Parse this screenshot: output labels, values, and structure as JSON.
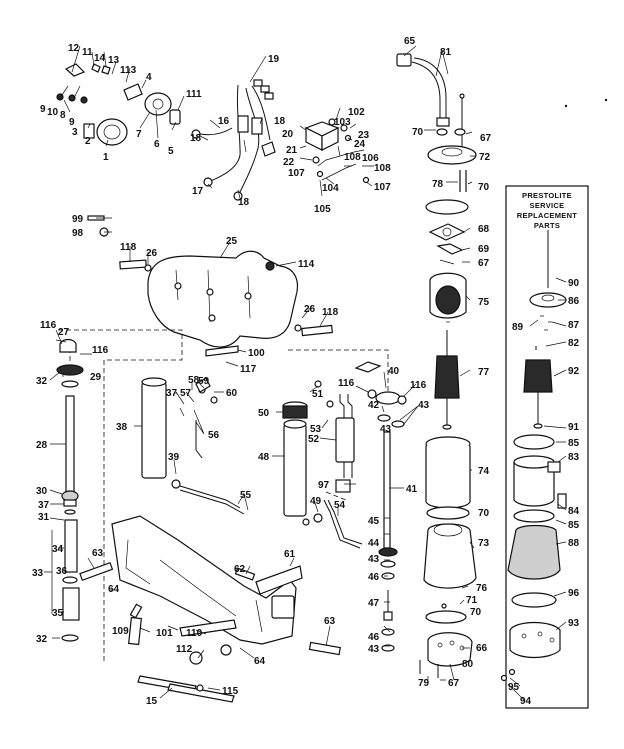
{
  "diagram": {
    "box_title_lines": [
      "PRESTOLITE",
      "SERVICE",
      "REPLACEMENT",
      "PARTS"
    ],
    "callouts": {
      "c1": "1",
      "c2": "2",
      "c3": "3",
      "c4": "4",
      "c5": "5",
      "c6": "6",
      "c7": "7",
      "c8": "8",
      "c9a": "9",
      "c9b": "9",
      "c10": "10",
      "c11": "11",
      "c12": "12",
      "c13": "13",
      "c14": "14",
      "c113": "113",
      "c111": "111",
      "c16": "16",
      "c17": "17",
      "c18a": "18",
      "c18b": "18",
      "c18c": "18",
      "c19": "19",
      "c20": "20",
      "c21": "21",
      "c22": "22",
      "c23": "23",
      "c24": "24",
      "c102": "102",
      "c103": "103",
      "c108a": "108",
      "c106": "106",
      "c108b": "108",
      "c107a": "107",
      "c104": "104",
      "c107b": "107",
      "c105": "105",
      "c65": "65",
      "c81": "81",
      "c70a": "70",
      "c67a": "67",
      "c72": "72",
      "c78": "78",
      "c70b": "70",
      "c68": "68",
      "c69": "69",
      "c67b": "67",
      "c75": "75",
      "c77": "77",
      "c74": "74",
      "c70c": "70",
      "c73": "73",
      "c76": "76",
      "c71": "71",
      "c70d": "70",
      "c66": "66",
      "c80": "80",
      "c79": "79",
      "c67c": "67",
      "c99": "99",
      "c98": "98",
      "c118a": "118",
      "c26a": "26",
      "c25": "25",
      "c114": "114",
      "c26b": "26",
      "c118b": "118",
      "c116a": "116",
      "c27": "27",
      "c116b": "116",
      "c32a": "32",
      "c29": "29",
      "c28": "28",
      "c30": "30",
      "c37a": "37",
      "c31": "31",
      "c34": "34",
      "c33": "33",
      "c36": "36",
      "c35": "35",
      "c32b": "32",
      "c100": "100",
      "c117": "117",
      "c37b": "37",
      "c58": "58",
      "c59": "59",
      "c57": "57",
      "c60": "60",
      "c38": "38",
      "c56": "56",
      "c39": "39",
      "c51": "51",
      "c50": "50",
      "c53": "53",
      "c52": "52",
      "c48": "48",
      "c97": "97",
      "c49": "49",
      "c54": "54",
      "c55": "55",
      "c116c": "116",
      "c40": "40",
      "c116d": "116",
      "c42": "42",
      "c43a": "43",
      "c43b": "43",
      "c41": "41",
      "c45": "45",
      "c44": "44",
      "c43c": "43",
      "c46a": "46",
      "c47": "47",
      "c46b": "46",
      "c43d": "43",
      "c63a": "63",
      "c64a": "64",
      "c61": "61",
      "c62": "62",
      "c109": "109",
      "c101": "101",
      "c110": "110",
      "c112": "112",
      "c64b": "64",
      "c63b": "63",
      "c15": "15",
      "c115": "115",
      "c90": "90",
      "c86": "86",
      "c89": "89",
      "c87": "87",
      "c82": "82",
      "c92": "92",
      "c91": "91",
      "c85a": "85",
      "c83": "83",
      "c84": "84",
      "c85b": "85",
      "c88": "88",
      "c96": "96",
      "c93": "93",
      "c95": "95",
      "c94": "94"
    }
  }
}
